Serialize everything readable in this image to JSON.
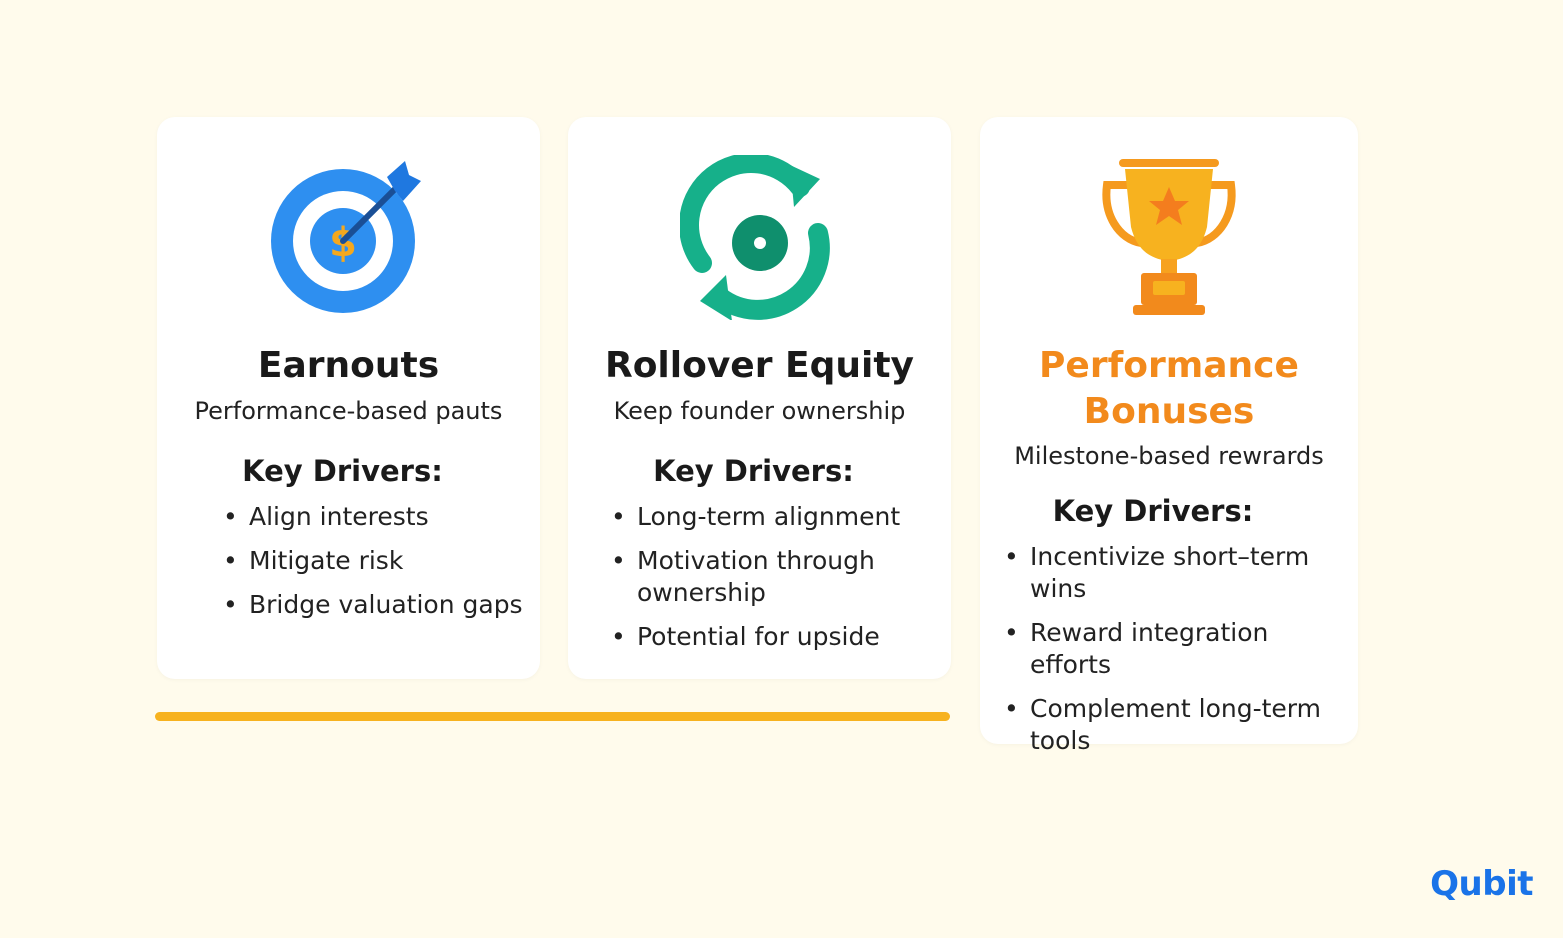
{
  "cards": [
    {
      "title": "Earnouts",
      "subtitle": "Performance-based pauts",
      "drivers_title": "Key Drivers:",
      "drivers": [
        "Align interests",
        "Mitigate risk",
        "Bridge valuation gaps"
      ],
      "icon": "target-dollar-icon"
    },
    {
      "title": "Rollover Equity",
      "subtitle": "Keep founder ownership",
      "drivers_title": "Key Drivers:",
      "drivers": [
        "Long-term alignment",
        "Motivation through ownership",
        "Potential for upside"
      ],
      "icon": "refresh-cycle-icon"
    },
    {
      "title": "Performance Bonuses",
      "subtitle": "Milestone-based rewrards",
      "drivers_title": "Key Drivers:",
      "drivers": [
        "Incentivize short–term wins",
        "Reward integration efforts",
        "Complement long-term tools"
      ],
      "icon": "trophy-star-icon"
    }
  ],
  "brand": "Qubit",
  "colors": {
    "background": "#fffbec",
    "accent_line": "#f7b21f",
    "highlight_title": "#f28a1c",
    "brand": "#1a73e8"
  }
}
